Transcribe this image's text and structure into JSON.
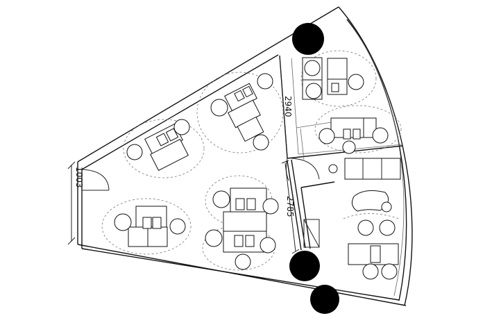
{
  "dimensions": {
    "left_width": "1003",
    "upper_partition": "2940",
    "lower_partition": "2785"
  }
}
